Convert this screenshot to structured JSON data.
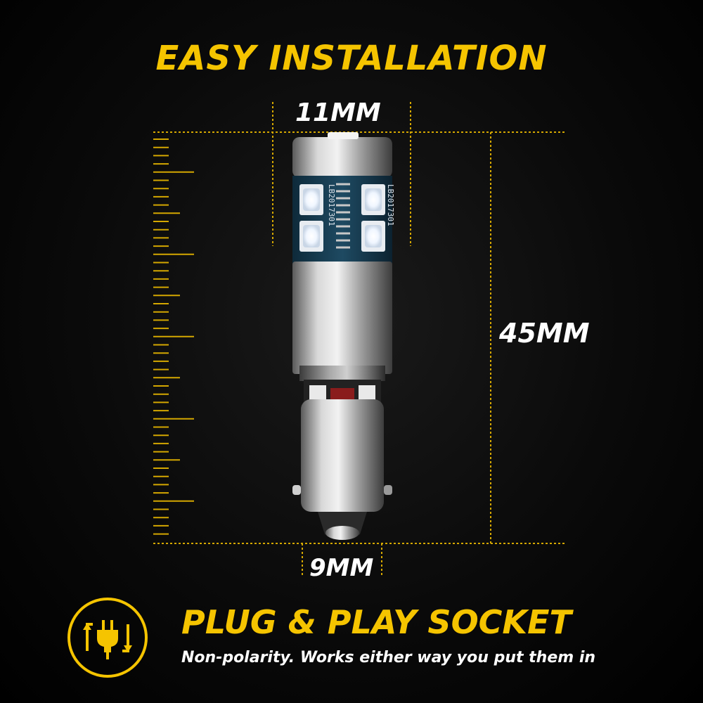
{
  "header": {
    "title": "EASY INSTALLATION"
  },
  "dimensions": {
    "width_top": "11MM",
    "height": "45MM",
    "width_bottom": "9MM"
  },
  "product": {
    "chip_label": "LB2017301"
  },
  "feature": {
    "title": "PLUG & PLAY SOCKET",
    "subtitle": "Non-polarity. Works either way you put them in",
    "icon": "plug-swap-icon"
  },
  "colors": {
    "accent": "#f5c400",
    "background": "#000000",
    "text": "#ffffff"
  }
}
